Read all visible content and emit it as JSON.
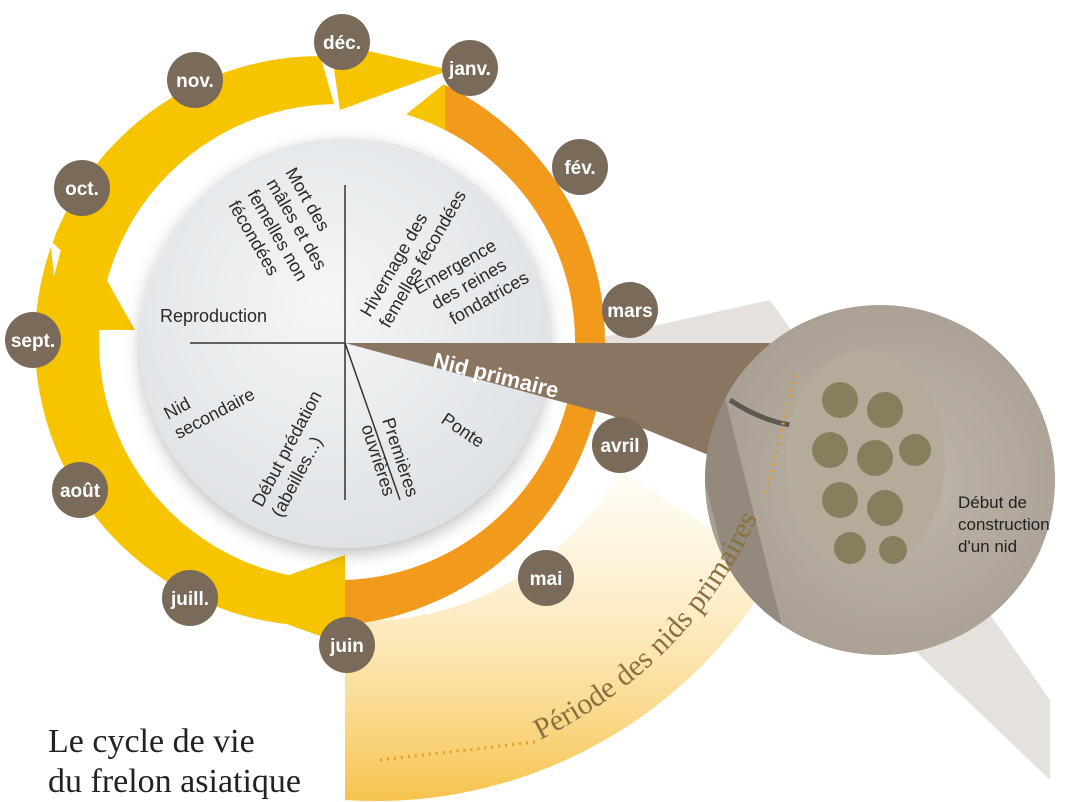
{
  "title": [
    "Le cycle de vie",
    "du frelon asiatique"
  ],
  "months": [
    {
      "id": "dec",
      "label": "déc."
    },
    {
      "id": "janv",
      "label": "janv."
    },
    {
      "id": "fev",
      "label": "fév."
    },
    {
      "id": "mars",
      "label": "mars"
    },
    {
      "id": "avril",
      "label": "avril"
    },
    {
      "id": "mai",
      "label": "mai"
    },
    {
      "id": "juin",
      "label": "juin"
    },
    {
      "id": "juill",
      "label": "juill."
    },
    {
      "id": "aout",
      "label": "août"
    },
    {
      "id": "sept",
      "label": "sept."
    },
    {
      "id": "oct",
      "label": "oct."
    },
    {
      "id": "nov",
      "label": "nov."
    }
  ],
  "segments": {
    "mort": [
      "Mort des",
      "mâles et des",
      "femelles non",
      "fécondées"
    ],
    "hivernage": [
      "Hivernage des",
      "femelles fécondées"
    ],
    "emergence": [
      "Émergence",
      "des reines",
      "fondatrices"
    ],
    "reproduction": [
      "Reproduction"
    ],
    "nid_secondaire": [
      "Nid",
      "secondaire"
    ],
    "debut_predation": [
      "Début prédation",
      "(abeilles...)"
    ],
    "premieres_ouvrieres": [
      "Premières",
      "ouvrières"
    ],
    "ponte": [
      "Ponte"
    ]
  },
  "nid_primaire": "Nid primaire",
  "periode_label": "Période des nids primaires",
  "nest_caption": [
    "Début de",
    "construction",
    "d'un nid"
  ],
  "colors": {
    "yellow": "#f7c400",
    "orange": "#f29a1c",
    "month_badge": "#7a6a5a",
    "inner_disc": "#eaecee",
    "wedge": "#8a7560"
  }
}
